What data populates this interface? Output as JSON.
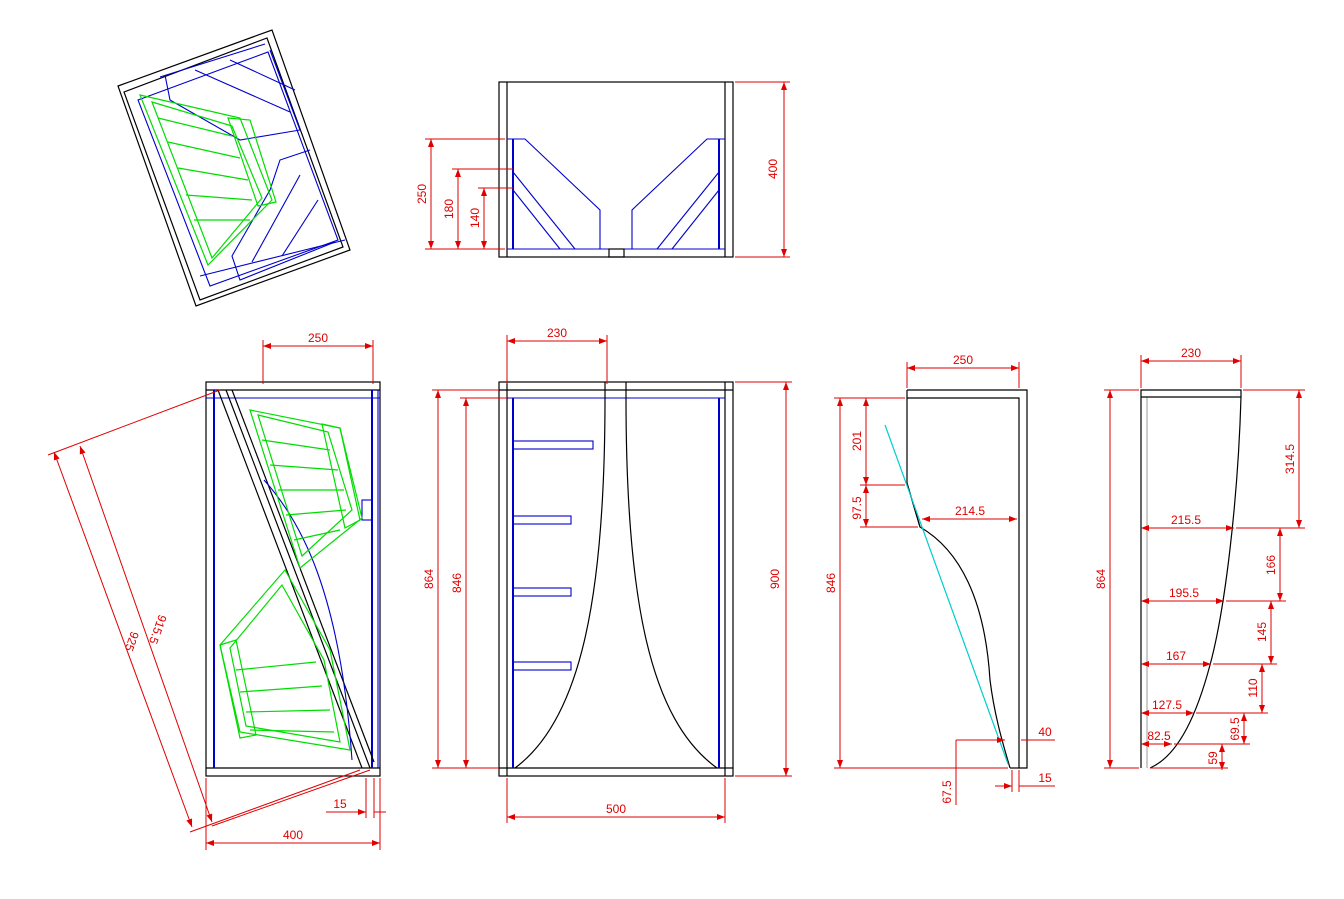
{
  "colors": {
    "outline": "#000000",
    "panels": "#0000cc",
    "drivers": "#00dd00",
    "dimensions": "#e00000",
    "reference_line": "#00cccc"
  },
  "dims": {
    "top_section": {
      "d250": "250",
      "d180": "180",
      "d140": "140",
      "d400": "400"
    },
    "front_view": {
      "d250": "250",
      "d925": "925",
      "d915_5": "915.5",
      "d15": "15",
      "d400": "400"
    },
    "side_view": {
      "d230": "230",
      "d864": "864",
      "d846": "846",
      "d900": "900",
      "d500": "500"
    },
    "profile_a": {
      "d250": "250",
      "d201": "201",
      "d97_5": "97.5",
      "d214_5": "214.5",
      "d846": "846",
      "d40": "40",
      "d15": "15",
      "d67_5": "67.5"
    },
    "profile_b": {
      "d230": "230",
      "d314_5": "314.5",
      "d215_5": "215.5",
      "d166": "166",
      "d195_5": "195.5",
      "d145": "145",
      "d167": "167",
      "d110": "110",
      "d127_5": "127.5",
      "d69_5": "69.5",
      "d82_5": "82.5",
      "d59": "59",
      "d864": "864"
    }
  }
}
